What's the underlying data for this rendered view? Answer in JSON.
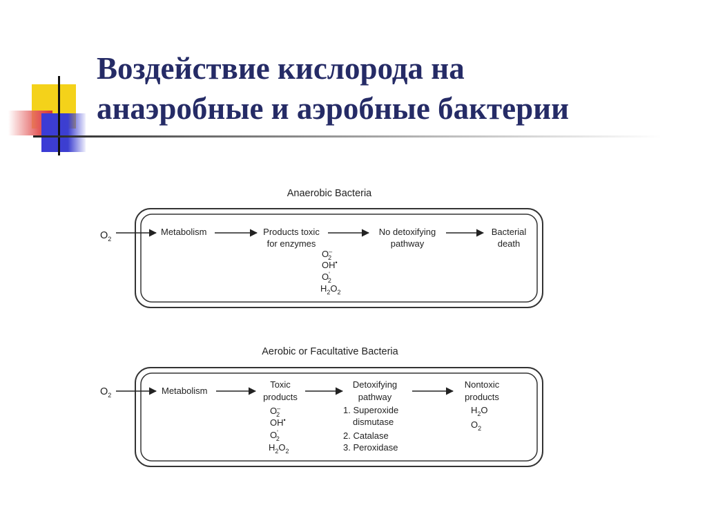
{
  "title": {
    "line1": "Воздействие кислорода на",
    "line2": "анаэробные и аэробные бактерии"
  },
  "colors": {
    "title": "#252b66",
    "logo_yellow": "#f4d21a",
    "logo_red": "#d43636",
    "logo_blue": "#3b3bd6"
  },
  "anaerobic": {
    "heading": "Anaerobic Bacteria",
    "input": {
      "symbol": "O",
      "sub": "2"
    },
    "metabolism": "Metabolism",
    "products_line1": "Products toxic",
    "products_line2": "for enzymes",
    "no_detox_line1": "No detoxifying",
    "no_detox_line2": "pathway",
    "death_line1": "Bacterial",
    "death_line2": "death"
  },
  "aerobic": {
    "heading": "Aerobic or Facultative Bacteria",
    "input": {
      "symbol": "O",
      "sub": "2"
    },
    "metabolism": "Metabolism",
    "toxic_line1": "Toxic",
    "toxic_line2": "products",
    "detox_line1": "Detoxifying",
    "detox_line2": "pathway",
    "detox_steps": [
      "1. Superoxide",
      "dismutase",
      "2. Catalase",
      "3. Peroxidase"
    ],
    "nontoxic_line1": "Nontoxic",
    "nontoxic_line2": "products",
    "nontoxic_h2o": {
      "h": "H",
      "sub": "2",
      "o": "O"
    },
    "nontoxic_o2": {
      "symbol": "O",
      "sub": "2"
    }
  },
  "species": {
    "superoxide": {
      "base": "O",
      "sup": "–",
      "sub": "2"
    },
    "hydroxyl": {
      "base": "OH",
      "sup": "•"
    },
    "singlet": {
      "base": "O",
      "sup": "'",
      "sub": "2"
    },
    "peroxide": {
      "h": "H",
      "sub1": "2",
      "o": "O",
      "sub2": "2"
    }
  }
}
